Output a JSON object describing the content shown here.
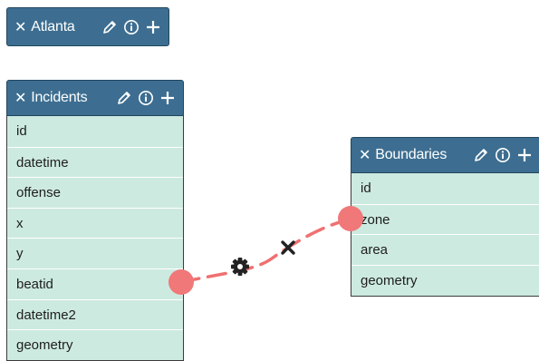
{
  "group": {
    "title": "Atlanta",
    "icons": [
      "close-icon",
      "pencil-icon",
      "info-icon",
      "plus-icon"
    ]
  },
  "tables": [
    {
      "title": "Incidents",
      "fields": [
        "id",
        "datetime",
        "offense",
        "x",
        "y",
        "beatid",
        "datetime2",
        "geometry"
      ]
    },
    {
      "title": "Boundaries",
      "fields": [
        "id",
        "zone",
        "area",
        "geometry"
      ]
    }
  ],
  "relationship": {
    "from": {
      "table": "Incidents",
      "field": "beatid"
    },
    "to": {
      "table": "Boundaries",
      "field": "zone"
    },
    "icons": [
      "gear-icon",
      "delete-link-icon"
    ]
  },
  "colors": {
    "header": "#3d6e91",
    "field_background": "#cdeae0",
    "link": "#f07070",
    "endpoint": "#f07878"
  }
}
